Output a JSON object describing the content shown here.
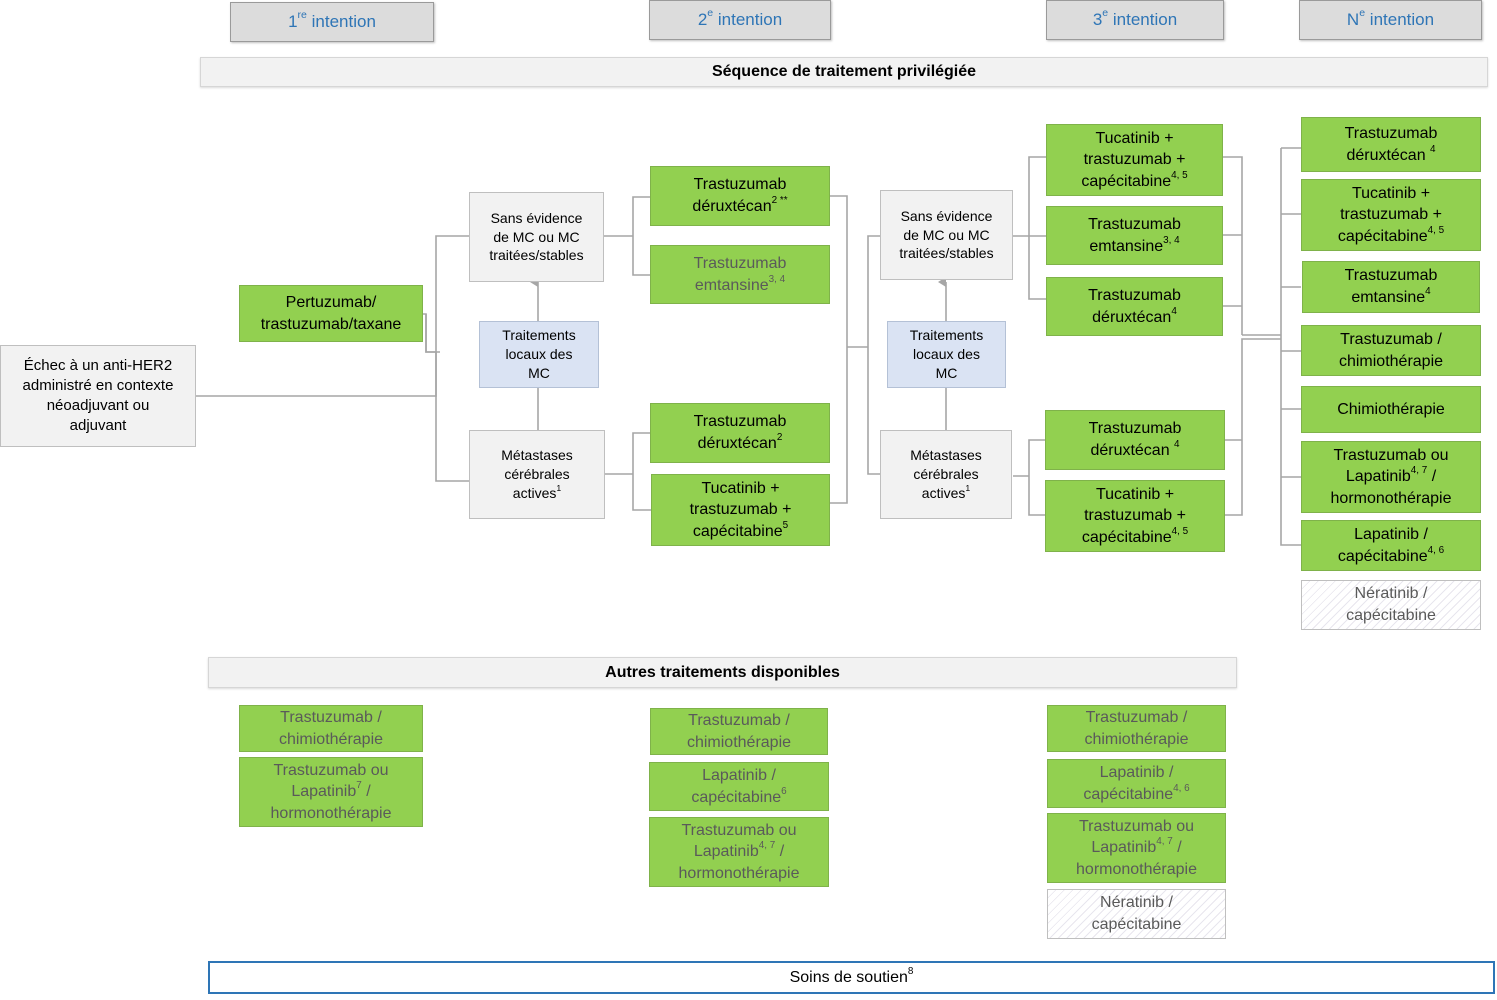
{
  "headers": {
    "first": {
      "pre": "1",
      "sup": "re",
      "post": " intention"
    },
    "second": {
      "pre": "2",
      "sup": "e",
      "post": " intention"
    },
    "third": {
      "pre": "3",
      "sup": "e",
      "post": " intention"
    },
    "nth": {
      "pre": "N",
      "sup": "e",
      "post": " intention"
    }
  },
  "bands": {
    "preferred": "Séquence de traitement privilégiée",
    "other": "Autres traitements disponibles"
  },
  "start": {
    "l1": "Échec à un anti-HER2",
    "l2": "administré en contexte",
    "l3": "néoadjuvant ou",
    "l4": "adjuvant"
  },
  "first_line": {
    "l1": "Pertuzumab/",
    "l2": "trastuzumab/taxane"
  },
  "col2": {
    "no_brain": {
      "l1": "Sans évidence",
      "l2": "de MC ou MC",
      "l3": "traitées/stables"
    },
    "local": {
      "l1": "Traitements",
      "l2": "locaux des",
      "l3": "MC"
    },
    "brain": {
      "l1": "Métastases",
      "l2": "cérébrales",
      "l3": "actives",
      "sup": "1"
    }
  },
  "col2_tx": {
    "tdxd": {
      "l1": "Trastuzumab",
      "l2": "déruxtécan",
      "sup": "2 **"
    },
    "tdm1": {
      "l1": "Trastuzumab",
      "l2": "emtansine",
      "sup": "3, 4"
    },
    "tdxd_b": {
      "l1": "Trastuzumab",
      "l2": "déruxtécan",
      "sup": "2"
    },
    "tuc_b": {
      "l1": "Tucatinib +",
      "l2": "trastuzumab +",
      "l3": "capécitabine",
      "sup": "5"
    }
  },
  "col3": {
    "no_brain": {
      "l1": "Sans évidence",
      "l2": "de MC ou MC",
      "l3": "traitées/stables"
    },
    "local": {
      "l1": "Traitements",
      "l2": "locaux des",
      "l3": "MC"
    },
    "brain": {
      "l1": "Métastases",
      "l2": "cérébrales",
      "l3": "actives",
      "sup": "1"
    }
  },
  "col3_tx": {
    "tuc": {
      "l1": "Tucatinib +",
      "l2": "trastuzumab +",
      "l3": "capécitabine",
      "sup": "4, 5"
    },
    "tdm1": {
      "l1": "Trastuzumab",
      "l2": "emtansine",
      "sup": "3, 4"
    },
    "tdxd": {
      "l1": "Trastuzumab",
      "l2": "déruxtécan",
      "sup": "4"
    },
    "tdxd_b": {
      "l1": "Trastuzumab",
      "l2": "déruxtécan ",
      "sup": "4"
    },
    "tuc_b": {
      "l1": "Tucatinib +",
      "l2": "trastuzumab +",
      "l3": "capécitabine",
      "sup": "4, 5"
    }
  },
  "nth_tx": {
    "tdxd": {
      "l1": "Trastuzumab",
      "l2": "déruxtécan ",
      "sup": "4"
    },
    "tuc": {
      "l1": "Tucatinib +",
      "l2": "trastuzumab +",
      "l3": "capécitabine",
      "sup": "4, 5"
    },
    "tdm1": {
      "l1": "Trastuzumab",
      "l2": "emtansine",
      "sup": "4"
    },
    "tchemo": {
      "l1": "Trastuzumab /",
      "l2": "chimiothérapie"
    },
    "chemo": {
      "l1": "Chimiothérapie"
    },
    "thormo": {
      "l1": "Trastuzumab ou",
      "l2a": "Lapatinib",
      "sup": "4, 7",
      "l2b": " /",
      "l3": "hormonothérapie"
    },
    "lapcap": {
      "l1": "Lapatinib /",
      "l2": "capécitabine",
      "sup": "4, 6"
    },
    "nerat": {
      "l1": "Nératinib /",
      "l2": "capécitabine"
    }
  },
  "other1": {
    "tchemo": {
      "l1": "Trastuzumab /",
      "l2": "chimiothérapie"
    },
    "thormo": {
      "l1": "Trastuzumab ou",
      "l2a": "Lapatinib",
      "sup": "7",
      "l2b": " /",
      "l3": "hormonothérapie"
    }
  },
  "other2": {
    "tchemo": {
      "l1": "Trastuzumab /",
      "l2": "chimiothérapie"
    },
    "lapcap": {
      "l1": "Lapatinib /",
      "l2": "capécitabine",
      "sup": "6"
    },
    "thormo": {
      "l1": "Trastuzumab ou",
      "l2a": "Lapatinib",
      "sup": "4, 7",
      "l2b": " /",
      "l3": "hormonothérapie"
    }
  },
  "other3": {
    "tchemo": {
      "l1": "Trastuzumab /",
      "l2": "chimiothérapie"
    },
    "lapcap": {
      "l1": "Lapatinib /",
      "l2": "capécitabine",
      "sup": "4, 6"
    },
    "thormo": {
      "l1": "Trastuzumab ou",
      "l2a": "Lapatinib",
      "sup": "4, 7",
      "l2b": " /",
      "l3": "hormonothérapie"
    },
    "nerat": {
      "l1": "Nératinib /",
      "l2": "capécitabine"
    }
  },
  "support": {
    "text": "Soins de soutien",
    "sup": "8"
  },
  "colors": {
    "preferred_green": "#92d050",
    "local_blue": "#dae3f3",
    "header_text": "#2e75b6",
    "connector": "#a6a6a6"
  }
}
